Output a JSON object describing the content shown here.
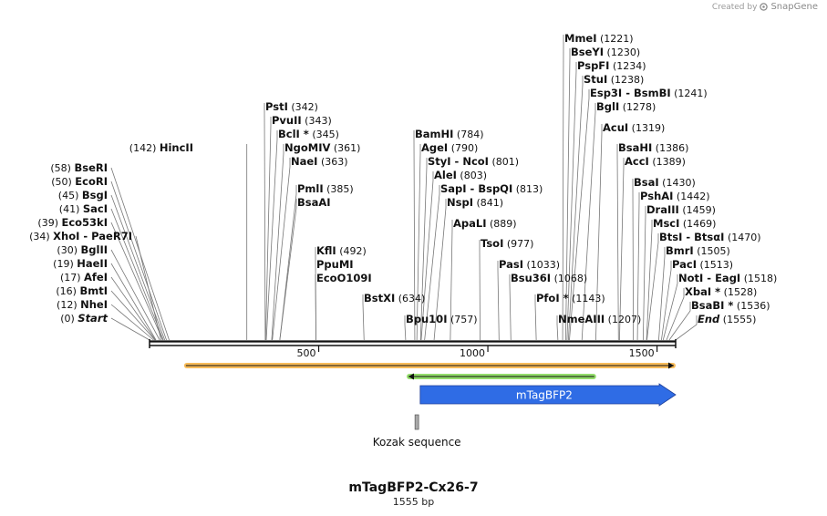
{
  "credit": {
    "prefix": "Created by",
    "brand": "SnapGene"
  },
  "map": {
    "name": "mTagBFP2-Cx26-7",
    "length_label": "1555 bp",
    "length": 1555,
    "ticks": [
      {
        "pos": 500,
        "label": "500"
      },
      {
        "pos": 1000,
        "label": "1000"
      },
      {
        "pos": 1500,
        "label": "1500"
      }
    ],
    "features": [
      {
        "name": "orange-orf-arrow",
        "start": 102,
        "end": 1555,
        "type": "orf",
        "color": "#f5a623",
        "strand": "+"
      },
      {
        "name": "green-orf-arrow",
        "start": 760,
        "end": 1320,
        "type": "orf",
        "color": "#6fd13a",
        "strand": "-"
      },
      {
        "name": "mtagbfp2-feature",
        "label": "mTagBFP2",
        "start": 800,
        "end": 1555,
        "type": "cds",
        "color": "#2f6ce5"
      },
      {
        "name": "kozak-feature",
        "label": "Kozak sequence",
        "start": 790,
        "end": 800,
        "type": "misc",
        "color": "#a9a9a9"
      }
    ],
    "left_sites": [
      {
        "name": "HincII",
        "pos": 142,
        "pos_label": "(142)",
        "pos_first": true
      },
      {
        "name": "BseRI",
        "pos": 58,
        "pos_label": "(58)",
        "pos_first": true
      },
      {
        "name": "EcoRI",
        "pos": 50,
        "pos_label": "(50)",
        "pos_first": true
      },
      {
        "name": "BsgI",
        "pos": 45,
        "pos_label": "(45)",
        "pos_first": true
      },
      {
        "name": "SacI",
        "pos": 41,
        "pos_label": "(41)",
        "pos_first": true
      },
      {
        "name": "Eco53kI",
        "pos": 39,
        "pos_label": "(39)",
        "pos_first": true
      },
      {
        "name": "XhoI  -  PaeR7I",
        "pos": 34,
        "pos_label": "(34)",
        "pos_first": true
      },
      {
        "name": "BglII",
        "pos": 30,
        "pos_label": "(30)",
        "pos_first": true
      },
      {
        "name": "HaeII",
        "pos": 19,
        "pos_label": "(19)",
        "pos_first": true
      },
      {
        "name": "AfeI",
        "pos": 17,
        "pos_label": "(17)",
        "pos_first": true
      },
      {
        "name": "BmtI",
        "pos": 16,
        "pos_label": "(16)",
        "pos_first": true
      },
      {
        "name": "NheI",
        "pos": 12,
        "pos_label": "(12)",
        "pos_first": true
      },
      {
        "name": "Start",
        "pos": 0,
        "pos_label": "(0)",
        "pos_first": true,
        "italic": true
      }
    ],
    "mid_sites": [
      {
        "name": "PstI",
        "pos": 342,
        "pos_label": "(342)"
      },
      {
        "name": "PvuII",
        "pos": 343,
        "pos_label": "(343)"
      },
      {
        "name": "BclI *",
        "pos": 345,
        "pos_label": "(345)"
      },
      {
        "name": "NgoMIV",
        "pos": 361,
        "pos_label": "(361)"
      },
      {
        "name": "NaeI",
        "pos": 363,
        "pos_label": "(363)"
      },
      {
        "name": "PmlI",
        "pos": 385,
        "pos_label": "(385)"
      },
      {
        "name": "BsaAI",
        "pos": 385,
        "pos_label": ""
      },
      {
        "name": "KflI",
        "pos": 492,
        "pos_label": "(492)"
      },
      {
        "name": "PpuMI",
        "pos": 492,
        "pos_label": ""
      },
      {
        "name": "EcoO109I",
        "pos": 492,
        "pos_label": ""
      },
      {
        "name": "BstXI",
        "pos": 634,
        "pos_label": "(634)"
      },
      {
        "name": "BamHI",
        "pos": 784,
        "pos_label": "(784)"
      },
      {
        "name": "AgeI",
        "pos": 790,
        "pos_label": "(790)"
      },
      {
        "name": "StyI  -  NcoI",
        "pos": 801,
        "pos_label": "(801)"
      },
      {
        "name": "AleI",
        "pos": 803,
        "pos_label": "(803)"
      },
      {
        "name": "SapI  -  BspQI",
        "pos": 813,
        "pos_label": "(813)"
      },
      {
        "name": "NspI",
        "pos": 841,
        "pos_label": "(841)"
      },
      {
        "name": "ApaLI",
        "pos": 889,
        "pos_label": "(889)"
      },
      {
        "name": "Bpu10I",
        "pos": 757,
        "pos_label": "(757)"
      },
      {
        "name": "TsoI",
        "pos": 977,
        "pos_label": "(977)"
      },
      {
        "name": "PasI",
        "pos": 1033,
        "pos_label": "(1033)"
      },
      {
        "name": "Bsu36I",
        "pos": 1068,
        "pos_label": "(1068)"
      },
      {
        "name": "PfoI *",
        "pos": 1143,
        "pos_label": "(1143)"
      },
      {
        "name": "NmeAIII",
        "pos": 1207,
        "pos_label": "(1207)"
      },
      {
        "name": "MmeI",
        "pos": 1221,
        "pos_label": "(1221)"
      },
      {
        "name": "BseYI",
        "pos": 1230,
        "pos_label": "(1230)"
      },
      {
        "name": "PspFI",
        "pos": 1234,
        "pos_label": "(1234)"
      },
      {
        "name": "StuI",
        "pos": 1238,
        "pos_label": "(1238)"
      },
      {
        "name": "Esp3I  -  BsmBI",
        "pos": 1241,
        "pos_label": "(1241)"
      },
      {
        "name": "BglI",
        "pos": 1278,
        "pos_label": "(1278)"
      },
      {
        "name": "AcuI",
        "pos": 1319,
        "pos_label": "(1319)"
      },
      {
        "name": "BsaHI",
        "pos": 1386,
        "pos_label": "(1386)"
      },
      {
        "name": "AccI",
        "pos": 1389,
        "pos_label": "(1389)"
      },
      {
        "name": "BsaI",
        "pos": 1430,
        "pos_label": "(1430)"
      },
      {
        "name": "PshAI",
        "pos": 1442,
        "pos_label": "(1442)"
      },
      {
        "name": "DraIII",
        "pos": 1459,
        "pos_label": "(1459)"
      },
      {
        "name": "MscI",
        "pos": 1469,
        "pos_label": "(1469)"
      },
      {
        "name": "BtsI  -  BtsαI",
        "pos": 1470,
        "pos_label": "(1470)"
      },
      {
        "name": "BmrI",
        "pos": 1505,
        "pos_label": "(1505)"
      },
      {
        "name": "PacI",
        "pos": 1513,
        "pos_label": "(1513)"
      },
      {
        "name": "NotI  -  EagI",
        "pos": 1518,
        "pos_label": "(1518)"
      },
      {
        "name": "XbaI *",
        "pos": 1528,
        "pos_label": "(1528)"
      },
      {
        "name": "BsaBI *",
        "pos": 1536,
        "pos_label": "(1536)"
      },
      {
        "name": "End",
        "pos": 1555,
        "pos_label": "(1555)",
        "italic": true
      }
    ]
  }
}
